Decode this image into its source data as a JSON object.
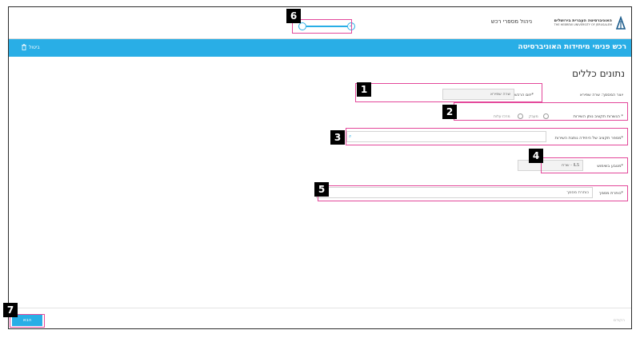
{
  "university": {
    "name_he": "האוניברסיטה העברית בירושלים",
    "name_en": "THE HEBREW UNIVERSITY OF JERUSALEM"
  },
  "app_title": "ניהול מספרי רכש",
  "page_title": "רכש פנימי מיחידות האוניברסיטה",
  "close_label": "ביטול",
  "section_title": "נתונים כללים",
  "form": {
    "consultant_label": "יוצר המסמך:",
    "consultant_value": "שרה שפירא",
    "requester_label": "*יזום הרכש",
    "requester_value": "שרה שפירא",
    "service_type_label": "* הגשרות תקציב נותן השירות",
    "radio_option_1": "מעבק",
    "radio_option_2": "מרכז עלות",
    "budget_number_label": "*מספר תקציב של היחידה נותנת השירות",
    "currency_label": "*מטבע בשימוש",
    "currency_value": "ILS - שרח",
    "doc_desc_label": "*כותרת מסמך",
    "doc_desc_placeholder": "כותרת מסמך"
  },
  "footer": {
    "next_label": "הבא",
    "prev_label": "הקודם"
  },
  "annotations": [
    "1",
    "2",
    "3",
    "4",
    "5",
    "6",
    "7"
  ],
  "colors": {
    "accent": "#29aee6",
    "highlight": "#e3479a"
  }
}
